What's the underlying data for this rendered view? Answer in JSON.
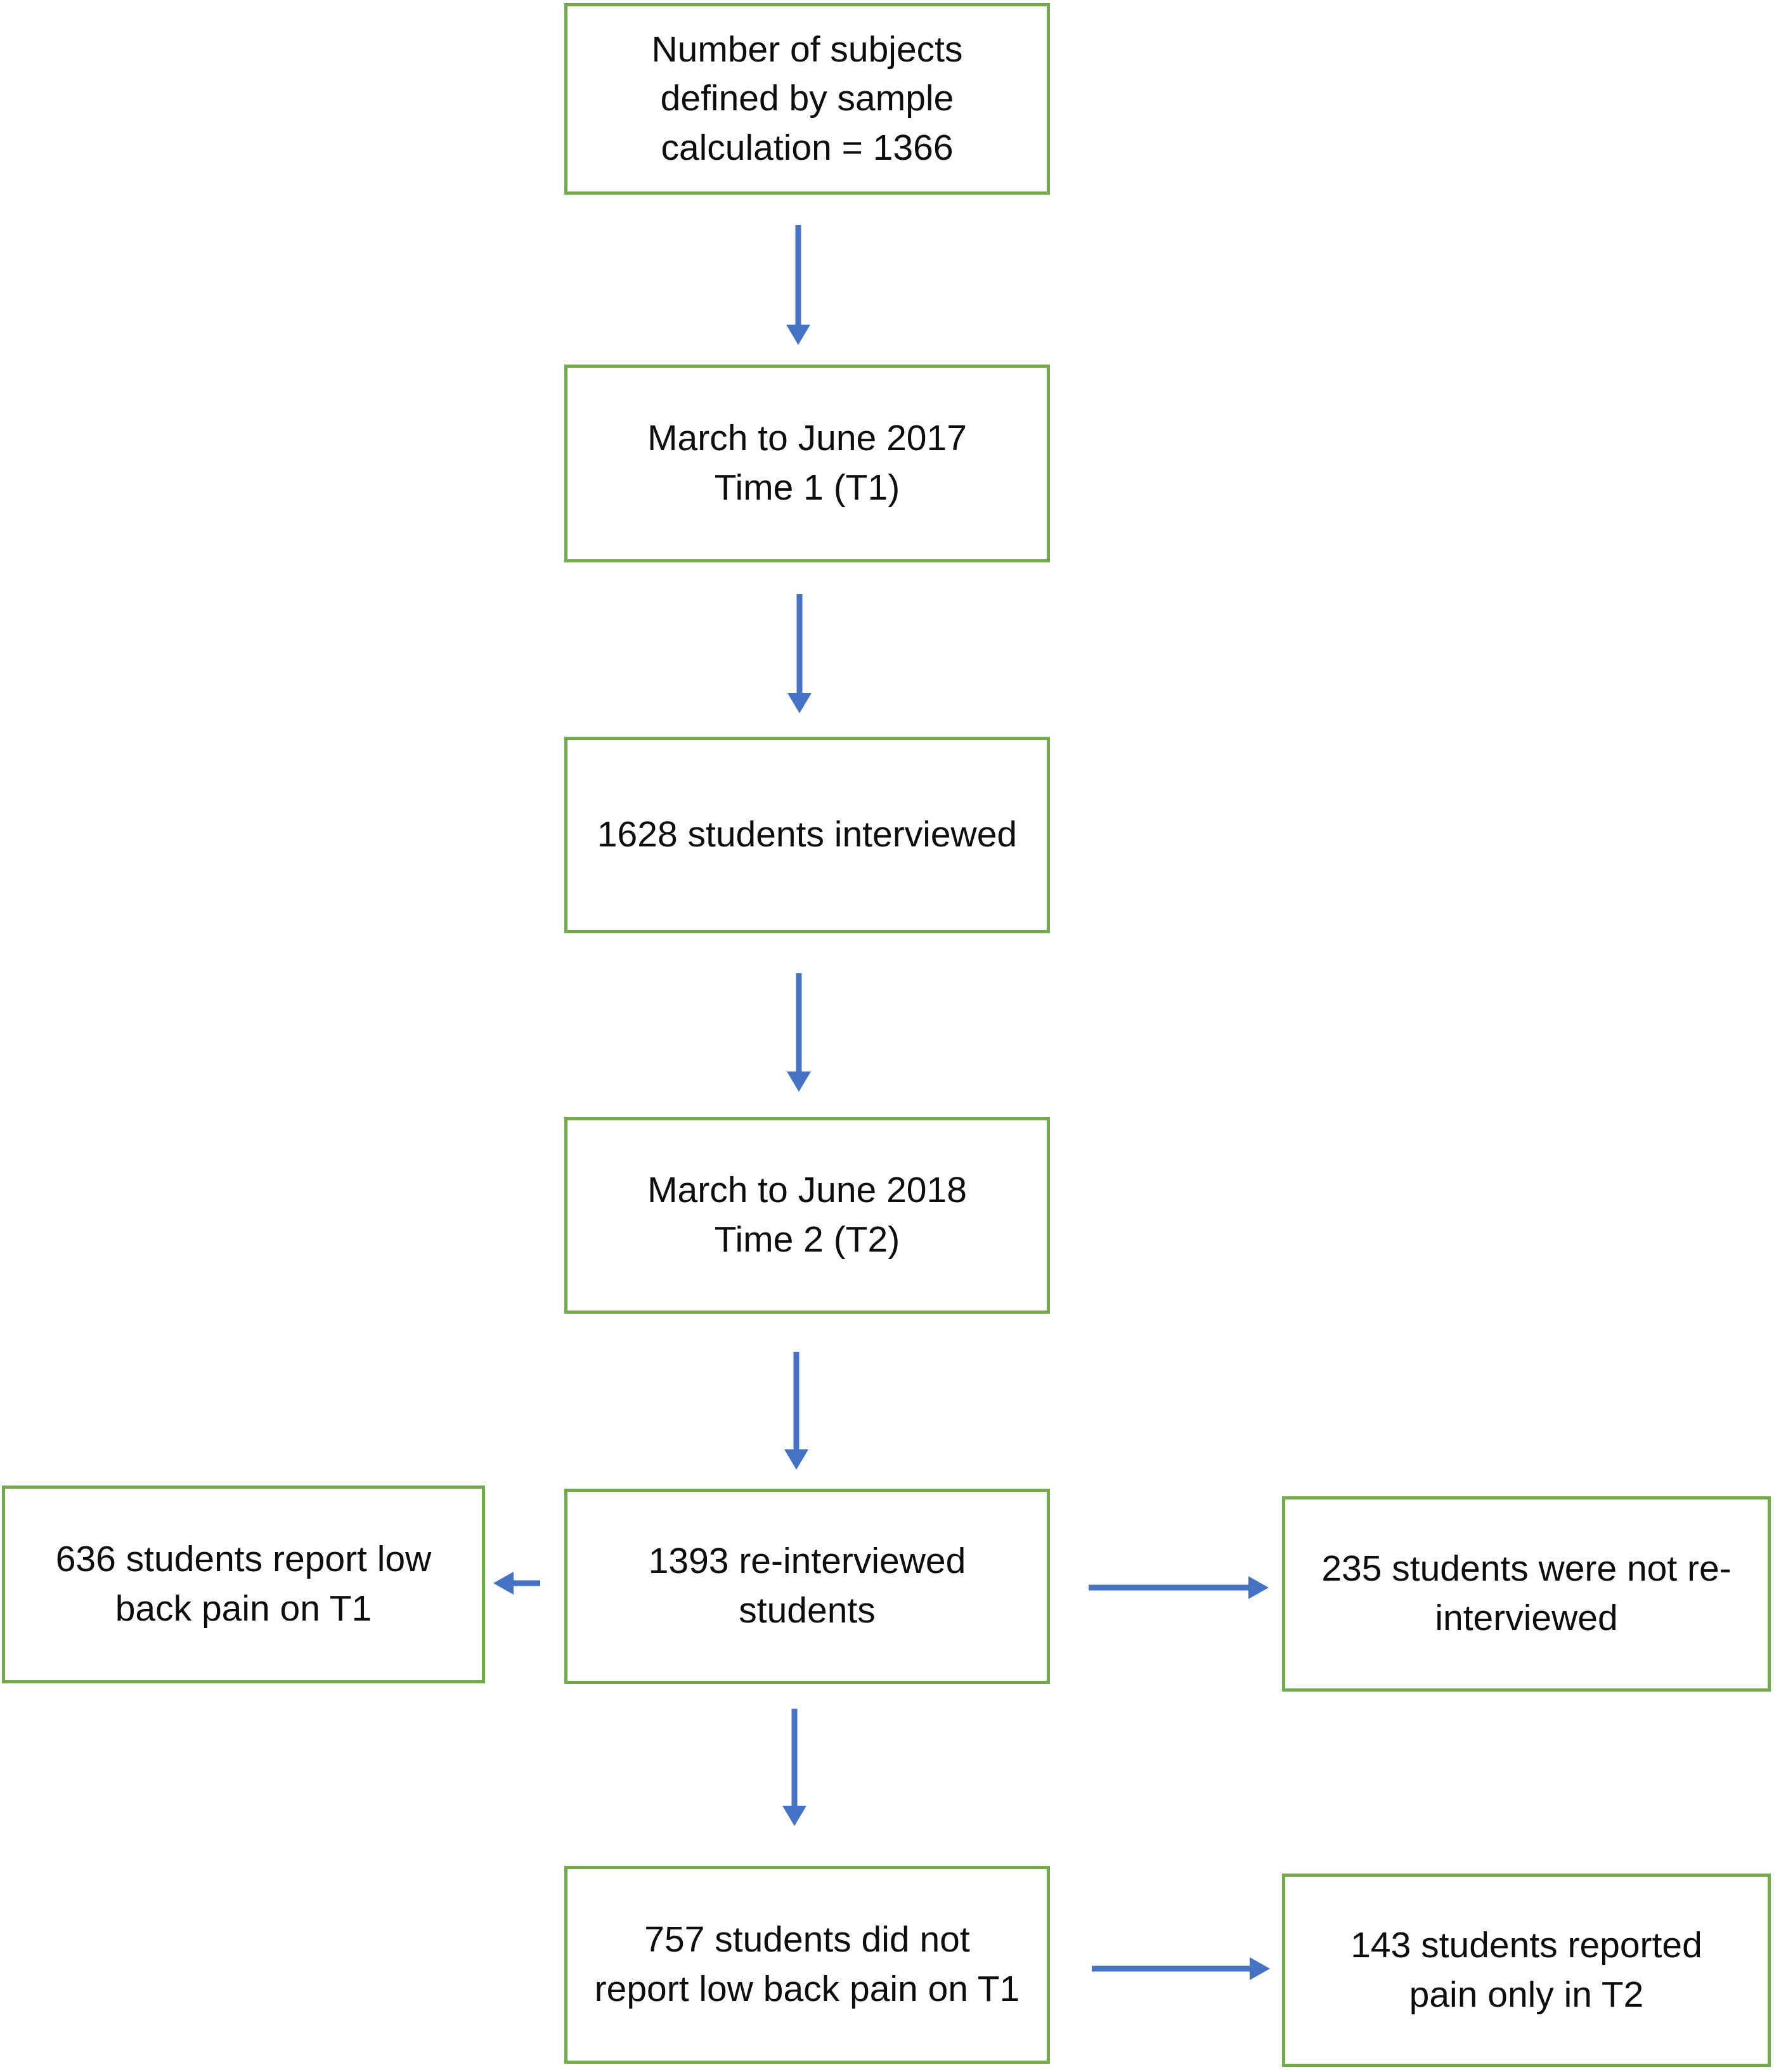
{
  "diagram": {
    "type": "flowchart",
    "title": "Study sample flow diagram",
    "colors": {
      "box_border": "#70AD47",
      "arrow": "#4472C4",
      "text": "#0d0d0d",
      "background": "#ffffff"
    },
    "boxes": [
      {
        "id": "sample-size",
        "label": "Number of subjects\ndefined by sample\ncalculation = 1366"
      },
      {
        "id": "t1-period",
        "label": "March to June 2017\nTime 1 (T1)"
      },
      {
        "id": "interviewed",
        "label": "1628 students interviewed"
      },
      {
        "id": "t2-period",
        "label": "March to June 2018\nTime 2 (T2)"
      },
      {
        "id": "reinterviewed",
        "label": "1393 re-interviewed\nstudents"
      },
      {
        "id": "lbp-on-t1",
        "label": "636 students report low\nback pain on T1"
      },
      {
        "id": "not-reinterviewed",
        "label": "235 students were not re-\ninterviewed"
      },
      {
        "id": "no-lbp-on-t1",
        "label": "757 students did not\nreport low back pain on T1"
      },
      {
        "id": "pain-only-t2",
        "label": "143 students reported\npain only in T2"
      }
    ],
    "arrows": [
      {
        "from": "sample-size",
        "to": "t1-period",
        "direction": "down"
      },
      {
        "from": "t1-period",
        "to": "interviewed",
        "direction": "down"
      },
      {
        "from": "interviewed",
        "to": "t2-period",
        "direction": "down"
      },
      {
        "from": "t2-period",
        "to": "reinterviewed",
        "direction": "down"
      },
      {
        "from": "reinterviewed",
        "to": "lbp-on-t1",
        "direction": "left"
      },
      {
        "from": "reinterviewed",
        "to": "not-reinterviewed",
        "direction": "right"
      },
      {
        "from": "reinterviewed",
        "to": "no-lbp-on-t1",
        "direction": "down"
      },
      {
        "from": "no-lbp-on-t1",
        "to": "pain-only-t2",
        "direction": "right"
      }
    ]
  }
}
